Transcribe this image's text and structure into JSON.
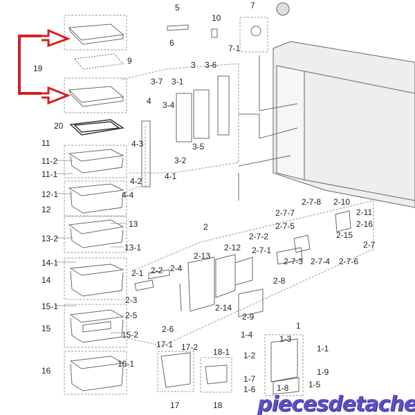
{
  "title": "Refrigerator exploded parts diagram",
  "labels": {
    "p5": "5",
    "p6": "6",
    "p10": "10",
    "p7": "7",
    "p7_1": "7-1",
    "p9": "9",
    "p19": "19",
    "p20": "20",
    "p3": "3",
    "p3_6": "3-6",
    "p3_7": "3-7",
    "p3_1": "3-1",
    "p4": "4",
    "p3_4": "3-4",
    "p4_3": "4-3",
    "p3_5": "3-5",
    "p3_2": "3-2",
    "p4_1": "4-1",
    "p4_2": "4-2",
    "p4_4": "4-4",
    "p11": "11",
    "p11_2": "11-2",
    "p11_1": "11-1",
    "p12_1": "12-1",
    "p12": "12",
    "p13": "13",
    "p13_2": "13-2",
    "p13_1": "13-1",
    "p14_1": "14-1",
    "p14": "14",
    "p15_1": "15-1",
    "p15": "15",
    "p15_2": "15-2",
    "p16": "16",
    "p16_1": "16-1",
    "p2": "2",
    "p2_1": "2-1",
    "p2_2": "2-2",
    "p2_3": "2-3",
    "p2_4": "2-4",
    "p2_5": "2-5",
    "p2_6": "2-6",
    "p2_7": "2-7",
    "p2_8": "2-8",
    "p2_9": "2-9",
    "p2_10": "2-10",
    "p2_11": "2-11",
    "p2_12": "2-12",
    "p2_13": "2-13",
    "p2_14": "2-14",
    "p2_15": "2-15",
    "p2_16": "2-16",
    "p2_7_1": "2-7-1",
    "p2_7_2": "2-7-2",
    "p2_7_3": "2-7-3",
    "p2_7_4": "2-7-4",
    "p2_7_5": "2-7-5",
    "p2_7_6": "2-7-6",
    "p2_7_7": "2-7-7",
    "p2_7_8": "2-7-8",
    "p1": "1",
    "p1_1": "1-1",
    "p1_2": "1-2",
    "p1_3": "1-3",
    "p1_4": "1-4",
    "p1_5": "1-5",
    "p1_6": "1-6",
    "p1_7": "1-7",
    "p1_8": "1-8",
    "p1_9": "1-9",
    "p17": "17",
    "p17_1": "17-1",
    "p17_2": "17-2",
    "p18": "18",
    "p18_1": "18-1"
  },
  "watermark": "piecesdetacheeselec.com",
  "colors": {
    "highlight": "#d42020",
    "line": "#555555",
    "watermark": "#5a4fc8"
  }
}
